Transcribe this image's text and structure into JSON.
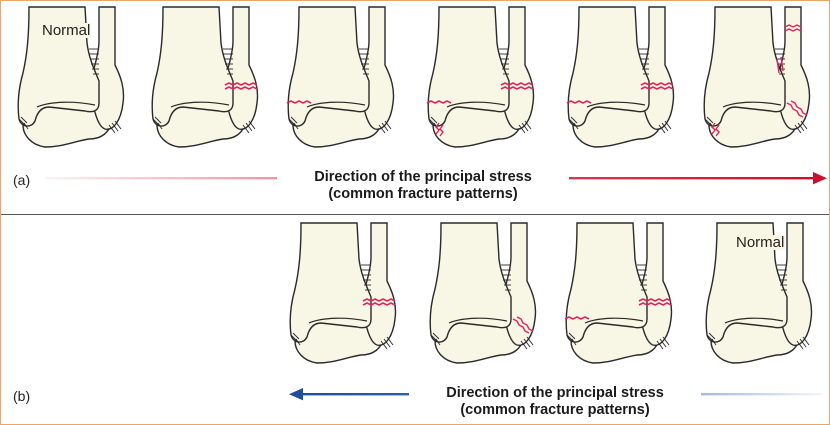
{
  "colors": {
    "bone_fill": "#f8f6e4",
    "bone_outline": "#2a2a2a",
    "fracture_line": "#e0245e",
    "arrow_a": "#c8102e",
    "arrow_b": "#1d4f9c",
    "border": "#e8a66b"
  },
  "panel_a": {
    "tag": "(a)",
    "caption_line1": "Direction of the principal stress",
    "caption_line2": "(common fracture patterns)",
    "normal_label": "Normal",
    "arrow_direction": "right",
    "ankles": [
      {
        "fractures": []
      },
      {
        "fractures": [
          "fibula-transverse"
        ]
      },
      {
        "fractures": [
          "medial-malleolus"
        ]
      },
      {
        "fractures": [
          "medial-malleolus",
          "posterior-malleolus",
          "fibula-transverse"
        ]
      },
      {
        "fractures": [
          "medial-malleolus",
          "fibula-transverse"
        ]
      },
      {
        "fractures": [
          "posterior-malleolus",
          "fibula-oblique",
          "fibula-high"
        ]
      }
    ]
  },
  "panel_b": {
    "tag": "(b)",
    "caption_line1": "Direction of the principal stress",
    "caption_line2": "(common fracture patterns)",
    "normal_label": "Normal",
    "arrow_direction": "left",
    "ankles": [
      {
        "fractures": [
          "fibula-transverse"
        ]
      },
      {
        "fractures": [
          "fibula-oblique"
        ]
      },
      {
        "fractures": [
          "medial-malleolus",
          "fibula-transverse"
        ]
      },
      {
        "fractures": []
      }
    ]
  }
}
